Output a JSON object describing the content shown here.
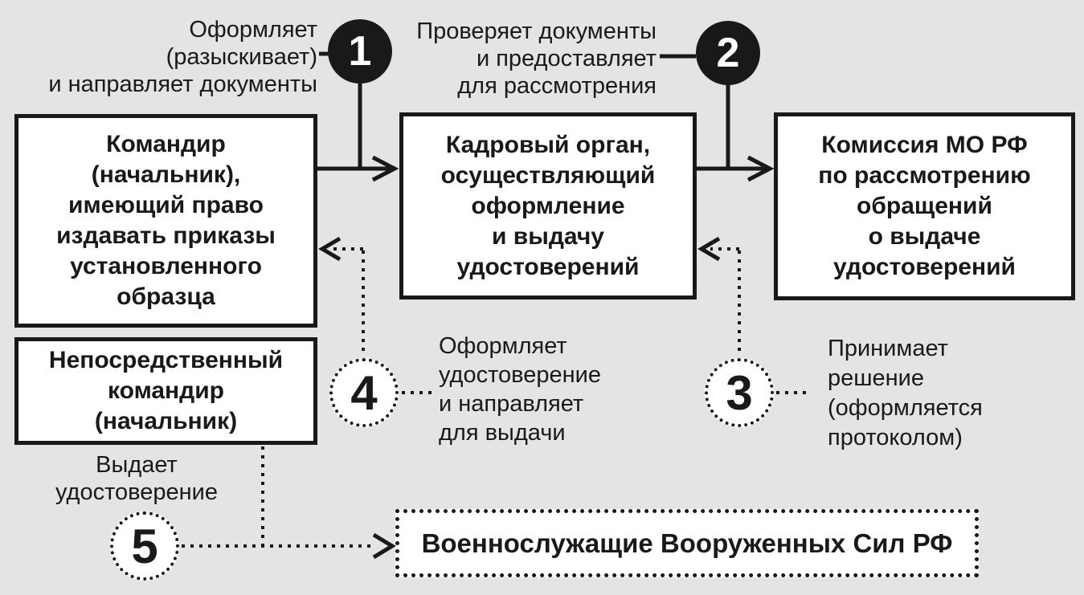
{
  "diagram": {
    "colors": {
      "background": "#e4e4e4",
      "ink": "#191919",
      "box_fill": "#ffffff"
    },
    "boxes": {
      "commander": {
        "label": "Командир\n(начальник),\nимеющий право\nиздавать приказы\nустановленного\nобразца"
      },
      "hr_organ": {
        "label": "Кадровый орган,\nосуществляющий\nоформление\nи выдачу\nудостоверений"
      },
      "commission": {
        "label": "Комиссия МО РФ\nпо рассмотрению\nобращений\nо выдаче\nудостоверений"
      },
      "direct_commander": {
        "label": "Непосредственный\nкомандир\n(начальник)"
      },
      "servicemen": {
        "label": "Военнослужащие Вооруженных Сил РФ"
      }
    },
    "steps": [
      {
        "number": "1",
        "style": "solid",
        "label": "Оформляет\n(разыскивает)\nи направляет документы"
      },
      {
        "number": "2",
        "style": "solid",
        "label": "Проверяет документы\nи предоставляет\nдля рассмотрения"
      },
      {
        "number": "3",
        "style": "dotted",
        "label": "Принимает\nрешение\n(оформляется\nпротоколом)"
      },
      {
        "number": "4",
        "style": "dotted",
        "label": "Оформляет\nудостоверение\nи направляет\nдля выдачи"
      },
      {
        "number": "5",
        "style": "dotted",
        "label": "Выдает\nудостоверение"
      }
    ]
  }
}
